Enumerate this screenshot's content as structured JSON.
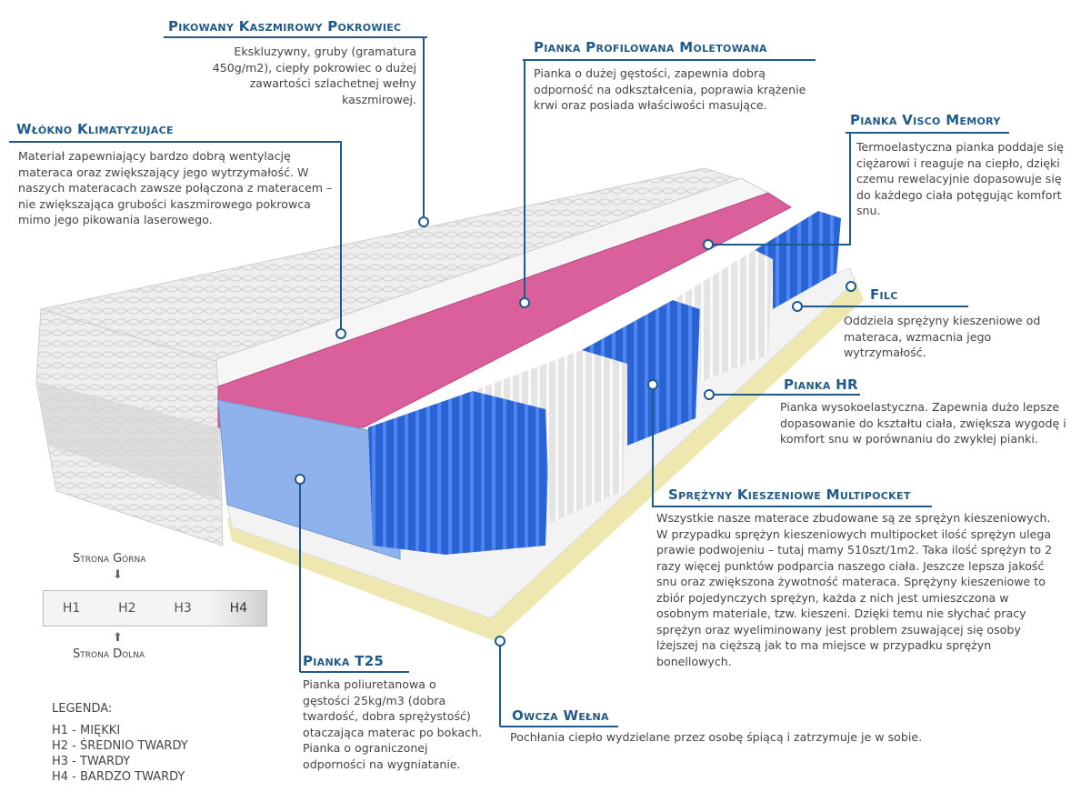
{
  "layers": {
    "cover": {
      "title": "Pikowany Kaszmirowy Pokrowiec",
      "text": "Ekskluzywny, gruby (gramatura 450g/m2), ciepły pokrowiec o dużej zawartości szlachetnej wełny kaszmirowej."
    },
    "profiled_foam": {
      "title": "Pianka Profilowana Moletowana",
      "text": "Pianka o dużej gęstości, zapewnia dobrą odporność na odkształcenia, poprawia krążenie krwi oraz posiada właściwości masujące."
    },
    "climate_fiber": {
      "title": "Włókno Klimatyzujace",
      "text": "Materiał zapewniający bardzo dobrą wentylację materaca oraz zwiększający jego wytrzymałość. W naszych materacach zawsze połączona z materacem – nie zwiększająca grubości kaszmirowego pokrowca mimo jego pikowania laserowego."
    },
    "visco": {
      "title": "Pianka Visco Memory",
      "text": "Termoelastyczna pianka poddaje się ciężarowi i reaguje na ciepło, dzięki czemu rewelacyjnie dopasowuje się do każdego ciała potęgując komfort snu."
    },
    "felt": {
      "title": "Filc",
      "text": "Oddziela sprężyny kieszeniowe od materaca, wzmacnia jego wytrzymałość."
    },
    "hr_foam": {
      "title": "Pianka HR",
      "text": "Pianka wysokoelastyczna. Zapewnia dużo lepsze dopasowanie do kształtu ciała, zwiększa wygodę i komfort snu w porównaniu do zwykłej pianki."
    },
    "springs": {
      "title": "Sprężyny Kieszeniowe  Multipocket",
      "text": "Wszystkie nasze materace zbudowane są ze sprężyn kieszeniowych. W przypadku sprężyn kieszeniowych multipocket ilość sprężyn ulega prawie podwojeniu – tutaj mamy 510szt/1m2. Taka ilość sprężyn to 2 razy więcej punktów podparcia naszego ciała. Jeszcze lepsza jakość snu oraz zwiększona żywotność materaca. Sprężyny kieszeniowe to zbiór pojedynczych sprężyn, każda z nich jest umieszczona w osobnym materiale, tzw. kieszeni. Dzięki temu nie słychać pracy sprężyn oraz wyeliminowany jest problem zsuwającej się osoby lżejszej na cięższą jak to ma miejsce w przypadku sprężyn bonellowych."
    },
    "t25": {
      "title": "Pianka T25",
      "text": "Pianka poliuretanowa o gęstości 25kg/m3 (dobra twardość, dobra sprężystość) otaczająca materac po bokach. Pianka o ograniczonej odporności na wygniatanie."
    },
    "wool": {
      "title": "Owcza Wełna",
      "text": "Pochłania ciepło wydzielane przez osobę śpiącą i zatrzymuje je w sobie."
    }
  },
  "hardness": {
    "top_label": "Strona Górna",
    "bottom_label": "Strona Dolna",
    "scale": [
      "H1",
      "H2",
      "H3",
      "H4"
    ],
    "legend_title": "LEGENDA:",
    "legend": [
      "H1 - MIĘKKI",
      "H2 - ŚREDNIO TWARDY",
      "H3 - TWARDY",
      "H4 - BARDZO TWARDY"
    ]
  },
  "colors": {
    "accent": "#1f5a8a",
    "pink": "#d9609a",
    "spring_blue": "#2a63d6",
    "wool": "#efe7b0"
  }
}
